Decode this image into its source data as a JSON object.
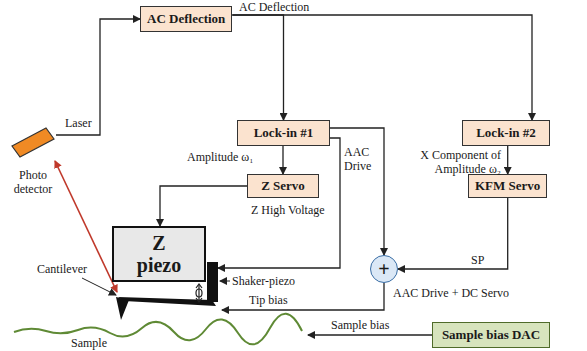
{
  "diagram": {
    "nodes": [
      {
        "text": [
          "AC Deflection"
        ]
      },
      {
        "text": [
          "Lock-in #1"
        ]
      },
      {
        "text": [
          "Z Servo"
        ]
      },
      {
        "text": [
          "Z piezo"
        ]
      },
      {
        "text": [
          "Lock-in #2"
        ]
      },
      {
        "text": [
          "KFM Servo"
        ]
      },
      {
        "text": [
          "+"
        ]
      },
      {
        "text": [
          "Sample bias DAC"
        ]
      },
      {
        "text": [
          "Photo detector"
        ]
      },
      {
        "text": [
          "Shaker-piezo"
        ]
      }
    ],
    "edges": [
      {
        "from": 8,
        "to": 0,
        "arrow": "to"
      },
      {
        "from": 0,
        "to": 1,
        "label": "AC Deflection",
        "arrow": "to"
      },
      {
        "from": 0,
        "to": 4,
        "arrow": "to"
      },
      {
        "from": 1,
        "to": 2,
        "label": "Amplitude ω₁",
        "arrow": "to"
      },
      {
        "from": 2,
        "to": 3,
        "label": "Z High Voltage",
        "arrow": "to"
      },
      {
        "from": 1,
        "to": 9,
        "label": "AAC Drive",
        "arrow": "to"
      },
      {
        "from": 1,
        "to": 6,
        "arrow": "to"
      },
      {
        "from": 4,
        "to": 5,
        "label": "X Component of Amplitude ω₂",
        "arrow": "to"
      },
      {
        "from": 5,
        "to": 6,
        "label": "SP",
        "arrow": "to"
      }
    ],
    "labels": [
      "Laser",
      "Cantilever",
      "Sample",
      "AAC Drive + DC Servo",
      "Tip bias",
      "Sample bias"
    ]
  }
}
